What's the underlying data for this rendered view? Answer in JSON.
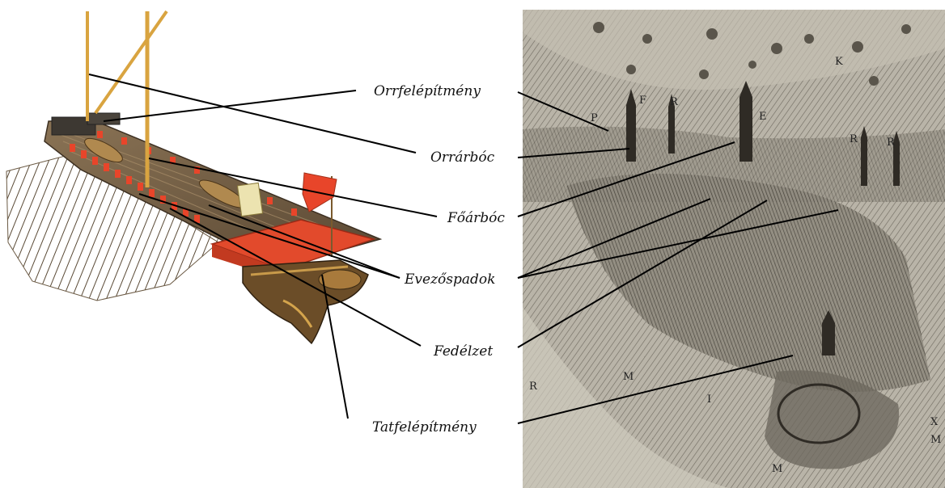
{
  "labels": [
    {
      "id": "orrfelepitmeny",
      "text": "Orrfelépítmény"
    },
    {
      "id": "orrarboc",
      "text": "Orrárbóc"
    },
    {
      "id": "foarboc",
      "text": "Főárbóc"
    },
    {
      "id": "evezospadok",
      "text": "Evezőspadok"
    },
    {
      "id": "fedelzet",
      "text": "Fedélzet"
    },
    {
      "id": "tatfelepitmeny",
      "text": "Tatfelépítmény"
    }
  ],
  "map_letters": [
    "F",
    "R",
    "E",
    "K",
    "R",
    "R",
    "P",
    "M",
    "R",
    "M",
    "I",
    "X",
    "M"
  ],
  "colors": {
    "flag_red": "#e8452a",
    "hull_brown": "#7a5a2e",
    "mast_gold": "#d9a440",
    "engraving_bg": "#b7b2a6",
    "engraving_dark": "#3e3a33",
    "leader_line": "#000000"
  }
}
